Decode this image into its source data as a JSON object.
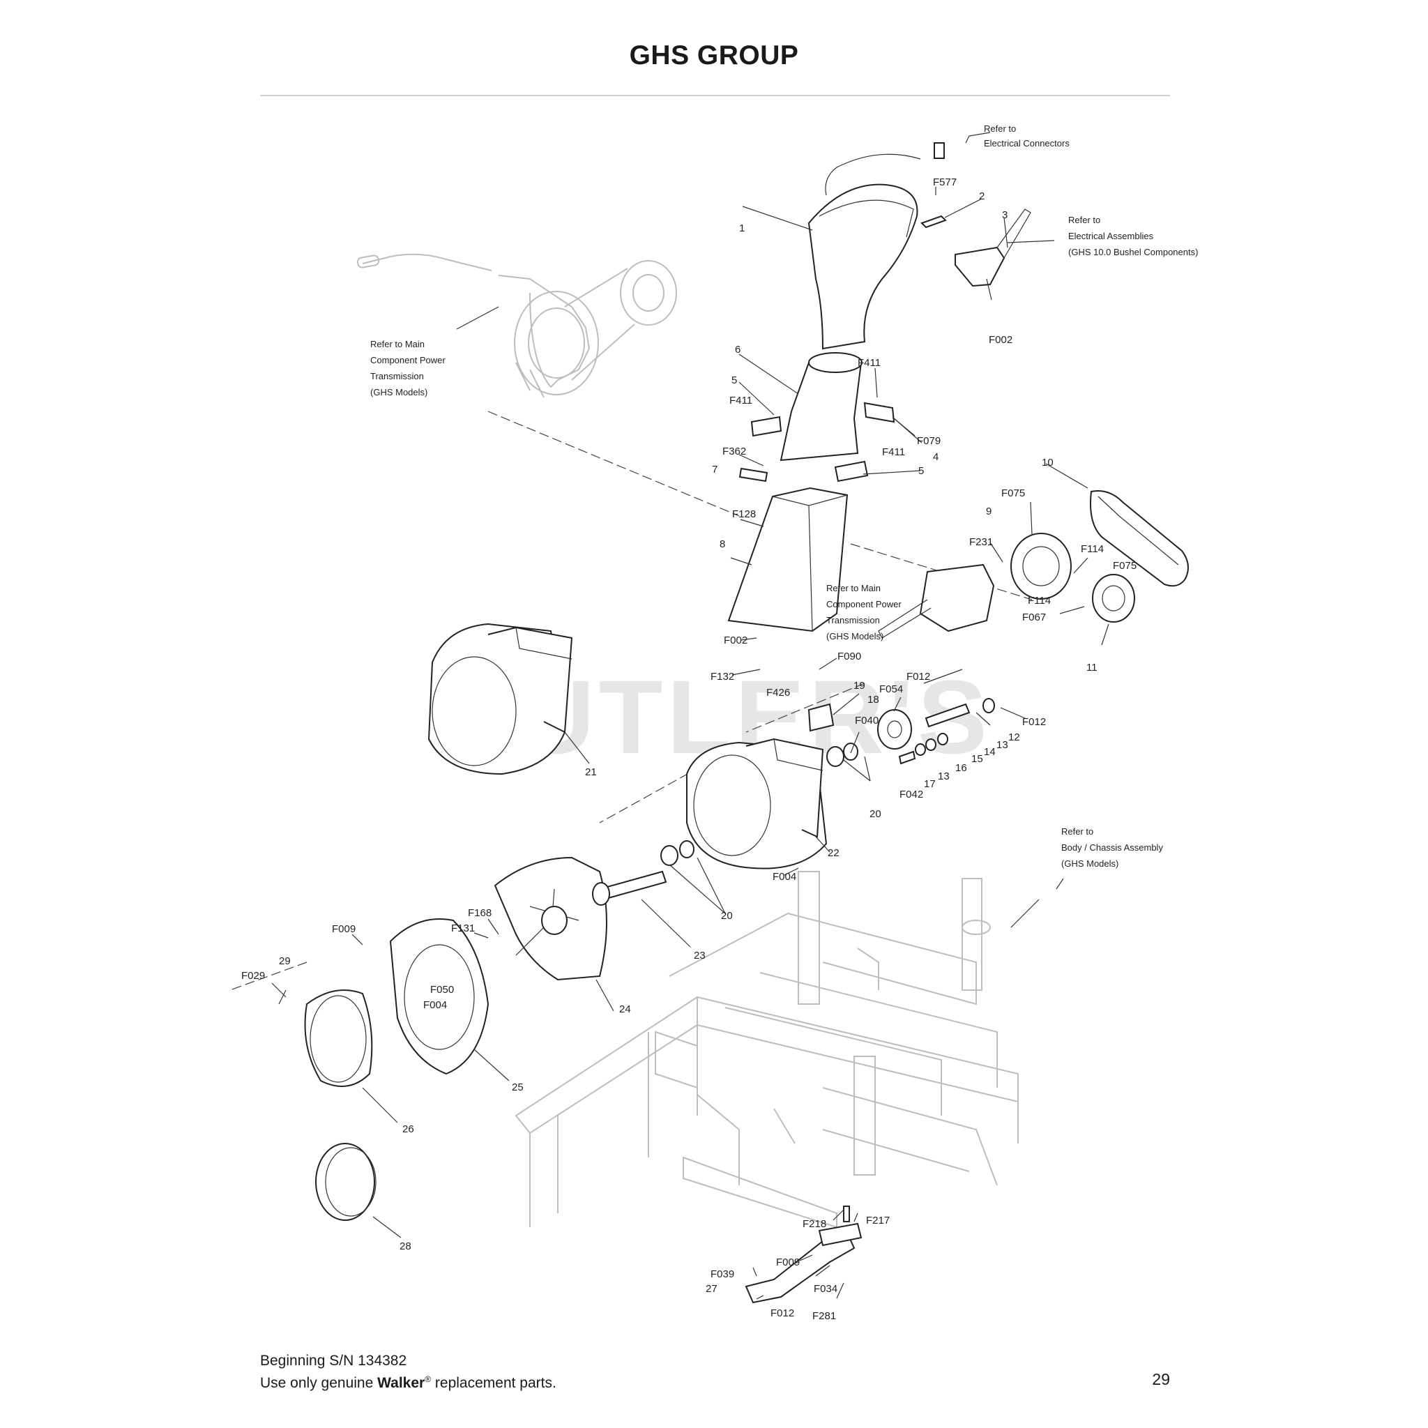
{
  "page": {
    "title": "GHS GROUP",
    "watermark": "CUTLER'S",
    "footer": {
      "serial": "Beginning S/N 134382",
      "parts_note_prefix": "Use only genuine ",
      "brand": "Walker",
      "registered": "®",
      "parts_note_suffix": " replacement parts."
    },
    "page_number": "29"
  },
  "notes": {
    "electrical_connectors": [
      "Refer to",
      "Electrical Connectors"
    ],
    "electrical_assemblies": [
      "Refer to",
      "Electrical Assemblies",
      "(GHS 10.0 Bushel Components)"
    ],
    "main_power_upper": [
      "Refer to Main",
      "Component Power",
      "Transmission",
      "(GHS Models)"
    ],
    "main_power_lower": [
      "Refer to Main",
      "Component Power",
      "Transmission",
      "(GHS Models)"
    ],
    "body_chassis": [
      "Refer to",
      "Body / Chassis Assembly",
      "(GHS Models)"
    ]
  },
  "callouts": [
    {
      "id": "c_1",
      "text": "1"
    },
    {
      "id": "c_2",
      "text": "2"
    },
    {
      "id": "c_3",
      "text": "3"
    },
    {
      "id": "c_F577",
      "text": "F577"
    },
    {
      "id": "c_F002a",
      "text": "F002"
    },
    {
      "id": "c_6",
      "text": "6"
    },
    {
      "id": "c_5a",
      "text": "5"
    },
    {
      "id": "c_F411a",
      "text": "F411"
    },
    {
      "id": "c_F411b",
      "text": "F411"
    },
    {
      "id": "c_F411c",
      "text": "F411"
    },
    {
      "id": "c_F079",
      "text": "F079"
    },
    {
      "id": "c_4",
      "text": "4"
    },
    {
      "id": "c_F362",
      "text": "F362"
    },
    {
      "id": "c_7",
      "text": "7"
    },
    {
      "id": "c_5b",
      "text": "5"
    },
    {
      "id": "c_10",
      "text": "10"
    },
    {
      "id": "c_F075a",
      "text": "F075"
    },
    {
      "id": "c_9",
      "text": "9"
    },
    {
      "id": "c_F231",
      "text": "F231"
    },
    {
      "id": "c_F114a",
      "text": "F114"
    },
    {
      "id": "c_F075b",
      "text": "F075"
    },
    {
      "id": "c_F114b",
      "text": "F114"
    },
    {
      "id": "c_F067",
      "text": "F067"
    },
    {
      "id": "c_11",
      "text": "11"
    },
    {
      "id": "c_F128",
      "text": "F128"
    },
    {
      "id": "c_8",
      "text": "8"
    },
    {
      "id": "c_F002b",
      "text": "F002"
    },
    {
      "id": "c_F132",
      "text": "F132"
    },
    {
      "id": "c_F090",
      "text": "F090"
    },
    {
      "id": "c_F426",
      "text": "F426"
    },
    {
      "id": "c_19",
      "text": "19"
    },
    {
      "id": "c_F012a",
      "text": "F012"
    },
    {
      "id": "c_F054",
      "text": "F054"
    },
    {
      "id": "c_18",
      "text": "18"
    },
    {
      "id": "c_F040",
      "text": "F040"
    },
    {
      "id": "c_F012b",
      "text": "F012"
    },
    {
      "id": "c_12",
      "text": "12"
    },
    {
      "id": "c_13a",
      "text": "13"
    },
    {
      "id": "c_14",
      "text": "14"
    },
    {
      "id": "c_15",
      "text": "15"
    },
    {
      "id": "c_16",
      "text": "16"
    },
    {
      "id": "c_13b",
      "text": "13"
    },
    {
      "id": "c_17",
      "text": "17"
    },
    {
      "id": "c_F042",
      "text": "F042"
    },
    {
      "id": "c_20a",
      "text": "20"
    },
    {
      "id": "c_21",
      "text": "21"
    },
    {
      "id": "c_22",
      "text": "22"
    },
    {
      "id": "c_F004a",
      "text": "F004"
    },
    {
      "id": "c_20b",
      "text": "20"
    },
    {
      "id": "c_23",
      "text": "23"
    },
    {
      "id": "c_F168",
      "text": "F168"
    },
    {
      "id": "c_F131",
      "text": "F131"
    },
    {
      "id": "c_F009a",
      "text": "F009"
    },
    {
      "id": "c_29",
      "text": "29"
    },
    {
      "id": "c_F029",
      "text": "F029"
    },
    {
      "id": "c_F050",
      "text": "F050"
    },
    {
      "id": "c_F004b",
      "text": "F004"
    },
    {
      "id": "c_24",
      "text": "24"
    },
    {
      "id": "c_25",
      "text": "25"
    },
    {
      "id": "c_26",
      "text": "26"
    },
    {
      "id": "c_28",
      "text": "28"
    },
    {
      "id": "c_F218",
      "text": "F218"
    },
    {
      "id": "c_F217",
      "text": "F217"
    },
    {
      "id": "c_F039",
      "text": "F039"
    },
    {
      "id": "c_F009b",
      "text": "F009"
    },
    {
      "id": "c_27",
      "text": "27"
    },
    {
      "id": "c_F034",
      "text": "F034"
    },
    {
      "id": "c_F012c",
      "text": "F012"
    },
    {
      "id": "c_F281",
      "text": "F281"
    }
  ]
}
